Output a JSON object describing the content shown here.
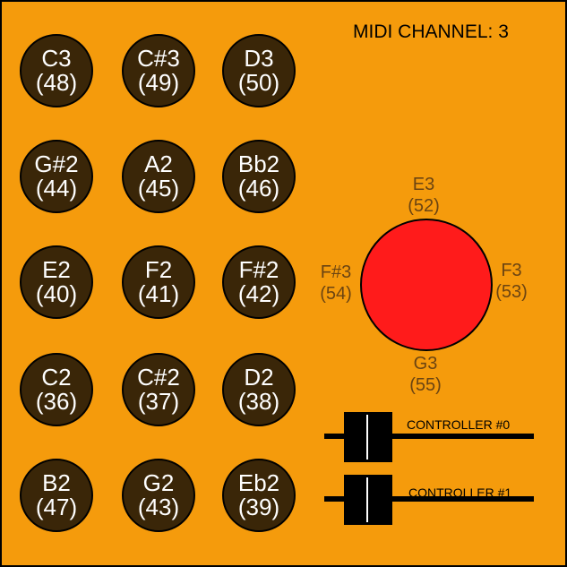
{
  "header": {
    "midi_channel_label": "MIDI CHANNEL:",
    "midi_channel_value": "3"
  },
  "pads": [
    {
      "note": "C3",
      "number": "(48)"
    },
    {
      "note": "C#3",
      "number": "(49)"
    },
    {
      "note": "D3",
      "number": "(50)"
    },
    {
      "note": "G#2",
      "number": "(44)"
    },
    {
      "note": "A2",
      "number": "(45)"
    },
    {
      "note": "Bb2",
      "number": "(46)"
    },
    {
      "note": "E2",
      "number": "(40)"
    },
    {
      "note": "F2",
      "number": "(41)"
    },
    {
      "note": "F#2",
      "number": "(42)"
    },
    {
      "note": "C2",
      "number": "(36)"
    },
    {
      "note": "C#2",
      "number": "(37)"
    },
    {
      "note": "D2",
      "number": "(38)"
    },
    {
      "note": "B2",
      "number": "(47)"
    },
    {
      "note": "G2",
      "number": "(43)"
    },
    {
      "note": "Eb2",
      "number": "(39)"
    }
  ],
  "joystick": {
    "up": {
      "note": "E3",
      "number": "(52)"
    },
    "right": {
      "note": "F3",
      "number": "(53)"
    },
    "left": {
      "note": "F#3",
      "number": "(54)"
    },
    "down": {
      "note": "G3",
      "number": "(55)"
    }
  },
  "controllers": [
    {
      "label": "CONTROLLER #0"
    },
    {
      "label": "CONTROLLER #1"
    }
  ],
  "colors": {
    "panel": "#f59b0c",
    "pad": "#3a2608",
    "joystick": "#ff1b1b",
    "joystick_label": "#6b4412"
  }
}
